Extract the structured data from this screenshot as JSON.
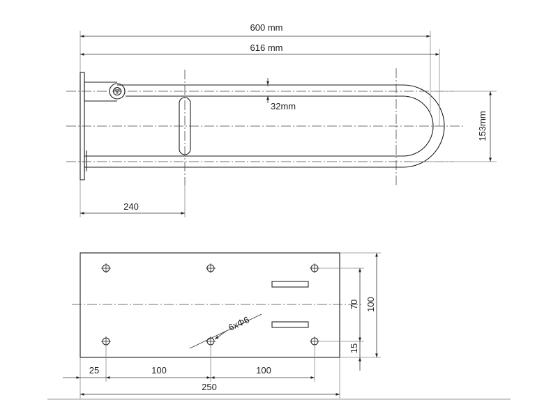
{
  "top_view": {
    "dimensions": {
      "length_600": "600 mm",
      "length_616": "616 mm",
      "tube_diameter": "32mm",
      "height": "153mm",
      "grip_offset": "240"
    }
  },
  "plate_view": {
    "dimensions": {
      "edge_offset": "25",
      "spacing_left": "100",
      "spacing_right": "100",
      "width": "250",
      "height": "100",
      "hole_vertical": "70",
      "hole_bottom": "15",
      "holes": "6xΦ6"
    }
  }
}
